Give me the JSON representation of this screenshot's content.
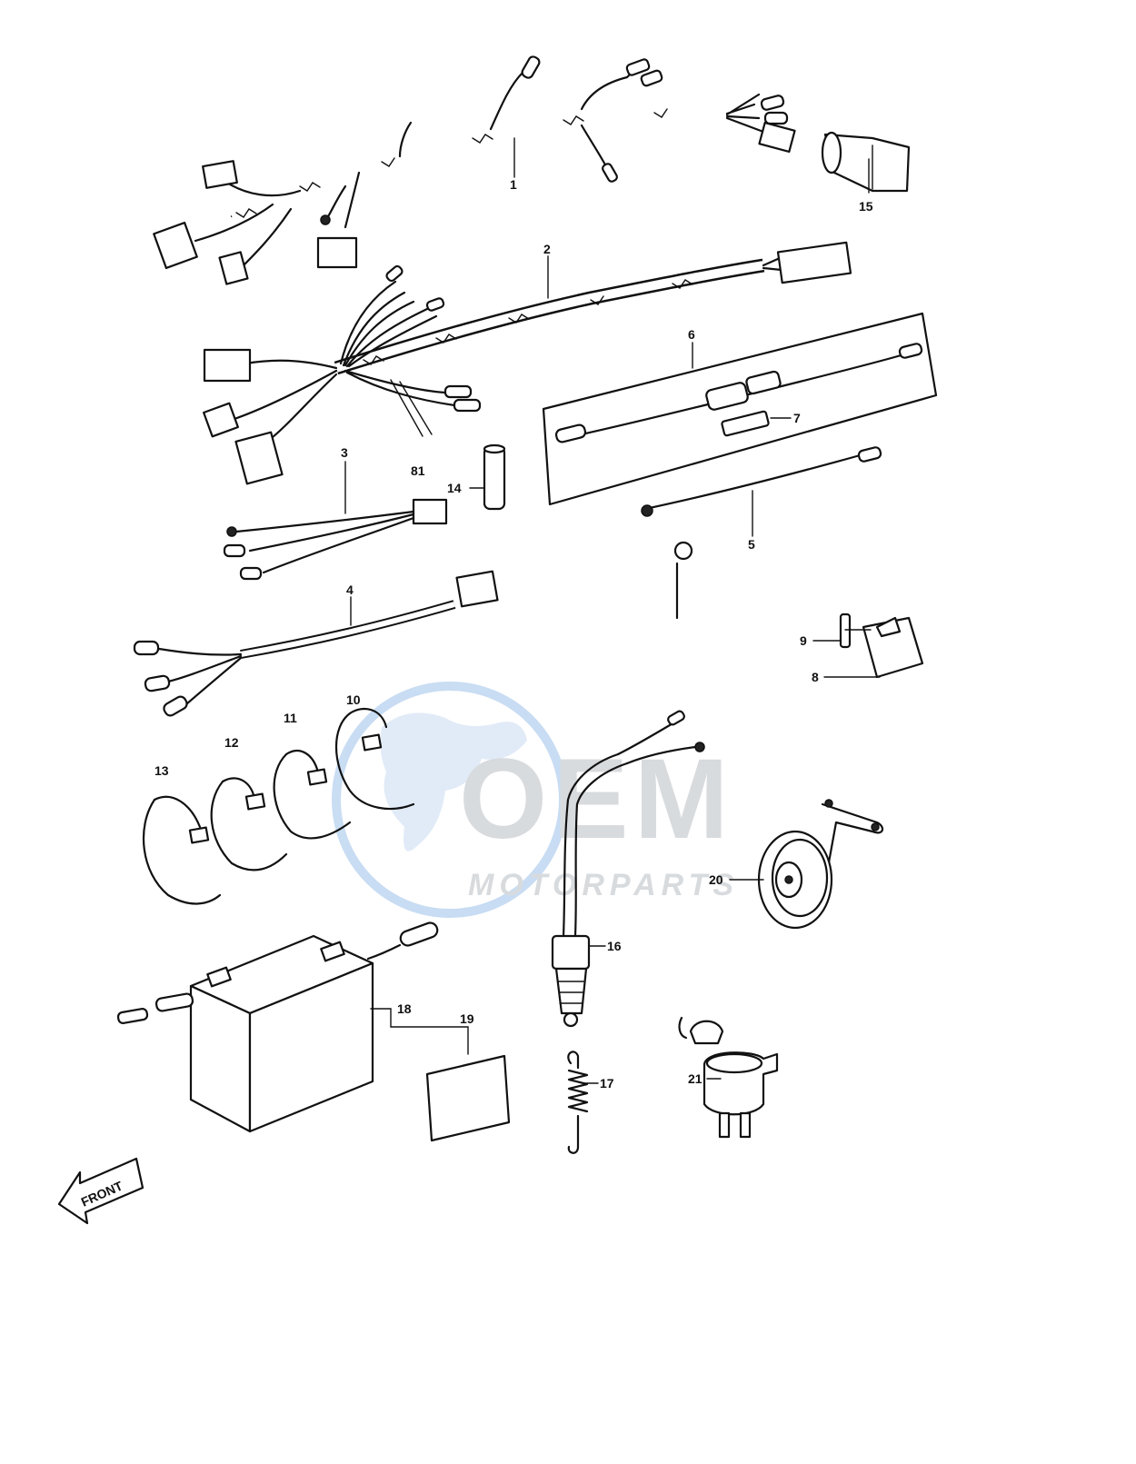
{
  "watermark": {
    "logo_text": "OEM",
    "sub_text": "MOTORPARTS",
    "globe_color": "#c9dbf2",
    "logo_color": "#b9bec4"
  },
  "front_arrow": {
    "label": "FRONT"
  },
  "callouts": [
    {
      "id": "1",
      "text": "1"
    },
    {
      "id": "2",
      "text": "2"
    },
    {
      "id": "3",
      "text": "3"
    },
    {
      "id": "4",
      "text": "4"
    },
    {
      "id": "5",
      "text": "5"
    },
    {
      "id": "6",
      "text": "6"
    },
    {
      "id": "7",
      "text": "7"
    },
    {
      "id": "8",
      "text": "8"
    },
    {
      "id": "9",
      "text": "9"
    },
    {
      "id": "10",
      "text": "10"
    },
    {
      "id": "11",
      "text": "11"
    },
    {
      "id": "12",
      "text": "12"
    },
    {
      "id": "13",
      "text": "13"
    },
    {
      "id": "14",
      "text": "14"
    },
    {
      "id": "15",
      "text": "15"
    },
    {
      "id": "16",
      "text": "16"
    },
    {
      "id": "17",
      "text": "17"
    },
    {
      "id": "18",
      "text": "18"
    },
    {
      "id": "19",
      "text": "19"
    },
    {
      "id": "20",
      "text": "20"
    },
    {
      "id": "21",
      "text": "21"
    },
    {
      "id": "81",
      "text": "81"
    }
  ]
}
